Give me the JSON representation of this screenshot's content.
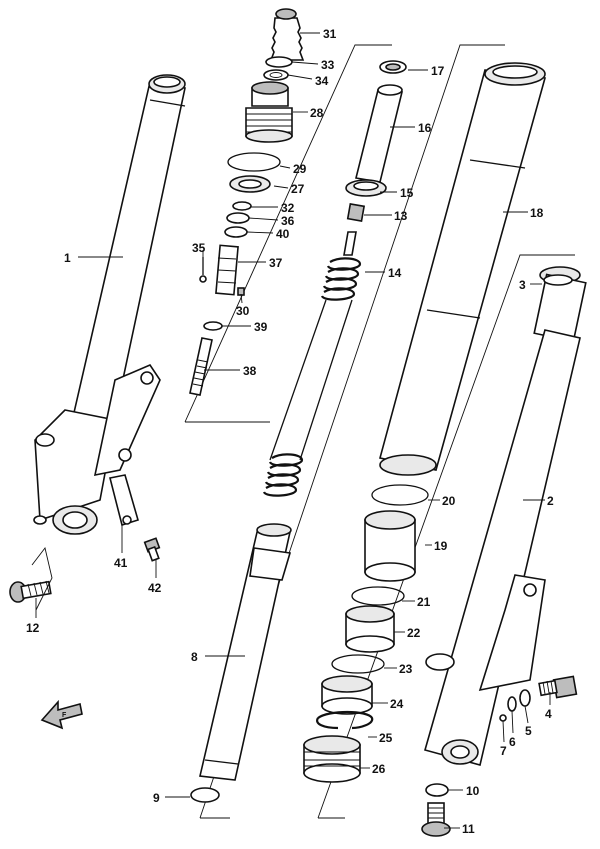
{
  "callouts": [
    {
      "id": "1",
      "text": "1"
    },
    {
      "id": "2",
      "text": "2"
    },
    {
      "id": "3",
      "text": "3"
    },
    {
      "id": "4",
      "text": "4"
    },
    {
      "id": "5",
      "text": "5"
    },
    {
      "id": "6",
      "text": "6"
    },
    {
      "id": "7",
      "text": "7"
    },
    {
      "id": "8",
      "text": "8"
    },
    {
      "id": "9",
      "text": "9"
    },
    {
      "id": "10",
      "text": "10"
    },
    {
      "id": "11",
      "text": "11"
    },
    {
      "id": "12",
      "text": "12"
    },
    {
      "id": "13",
      "text": "13"
    },
    {
      "id": "14",
      "text": "14"
    },
    {
      "id": "15",
      "text": "15"
    },
    {
      "id": "16",
      "text": "16"
    },
    {
      "id": "17",
      "text": "17"
    },
    {
      "id": "18",
      "text": "18"
    },
    {
      "id": "19",
      "text": "19"
    },
    {
      "id": "20",
      "text": "20"
    },
    {
      "id": "21",
      "text": "21"
    },
    {
      "id": "22",
      "text": "22"
    },
    {
      "id": "23",
      "text": "23"
    },
    {
      "id": "24",
      "text": "24"
    },
    {
      "id": "25",
      "text": "25"
    },
    {
      "id": "26",
      "text": "26"
    },
    {
      "id": "27",
      "text": "27"
    },
    {
      "id": "28",
      "text": "28"
    },
    {
      "id": "29",
      "text": "29"
    },
    {
      "id": "30",
      "text": "30"
    },
    {
      "id": "31",
      "text": "31"
    },
    {
      "id": "32",
      "text": "32"
    },
    {
      "id": "33",
      "text": "33"
    },
    {
      "id": "34",
      "text": "34"
    },
    {
      "id": "35",
      "text": "35"
    },
    {
      "id": "36",
      "text": "36"
    },
    {
      "id": "37",
      "text": "37"
    },
    {
      "id": "38",
      "text": "38"
    },
    {
      "id": "39",
      "text": "39"
    },
    {
      "id": "40",
      "text": "40"
    },
    {
      "id": "41",
      "text": "41"
    },
    {
      "id": "42",
      "text": "42"
    }
  ],
  "front_arrow": {
    "label": "F"
  }
}
